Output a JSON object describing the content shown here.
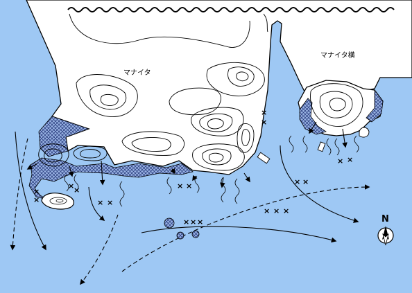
{
  "labels": {
    "main_point": "マナイタ",
    "side_point": "マナイタ横"
  },
  "compass": {
    "letter": "N",
    "icon": "north-arrow-icon"
  },
  "colors": {
    "sea": "#9ec8f4",
    "land": "#ffffff",
    "outline": "#000000",
    "reef_hatch": "#6f8fcf"
  },
  "markers": {
    "symbol": "×",
    "icon": "rock-marker-x-icon"
  }
}
